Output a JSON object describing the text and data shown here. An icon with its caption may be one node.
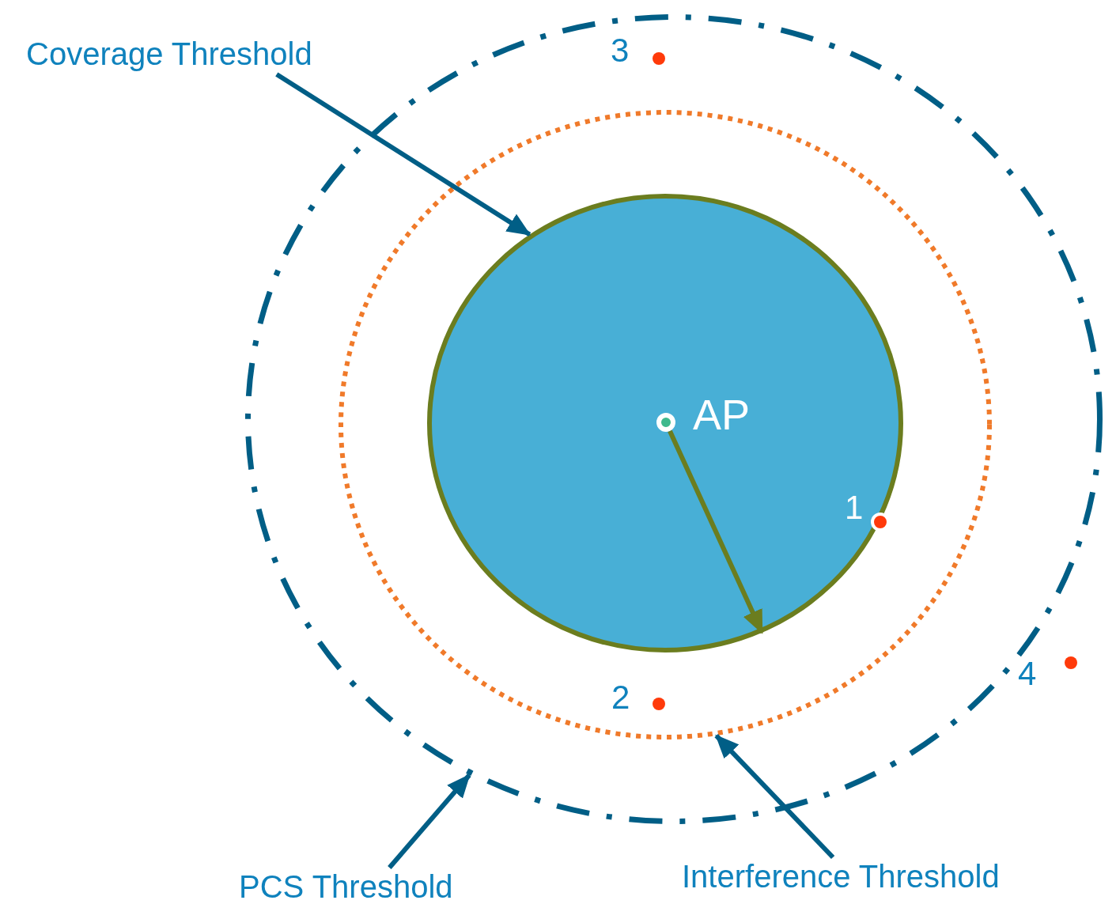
{
  "diagram": {
    "nodes": [
      {
        "text": [
          "Coverage Threshold"
        ]
      },
      {
        "text": [
          "Interference Threshold"
        ]
      },
      {
        "text": [
          "PCS Threshold"
        ]
      },
      {
        "text": [],
        "shape": "circle",
        "in": 4
      },
      {
        "text": [],
        "shape": "circle",
        "in": 5
      },
      {
        "text": [],
        "shape": "circle"
      },
      {
        "text": [],
        "shape": "circle",
        "in": 3,
        "beside": [
          "AP"
        ]
      }
    ],
    "edges": [
      {
        "from": 0,
        "to": 3,
        "arrow": "to"
      },
      {
        "from": 1,
        "to": 4,
        "arrow": "to"
      },
      {
        "from": 2,
        "to": 5,
        "arrow": "to"
      },
      {
        "from": 6,
        "to": 3,
        "arrow": "to",
        "color": "#6b7d1f"
      }
    ],
    "labels": [
      "3",
      "1",
      "2",
      "4"
    ]
  }
}
